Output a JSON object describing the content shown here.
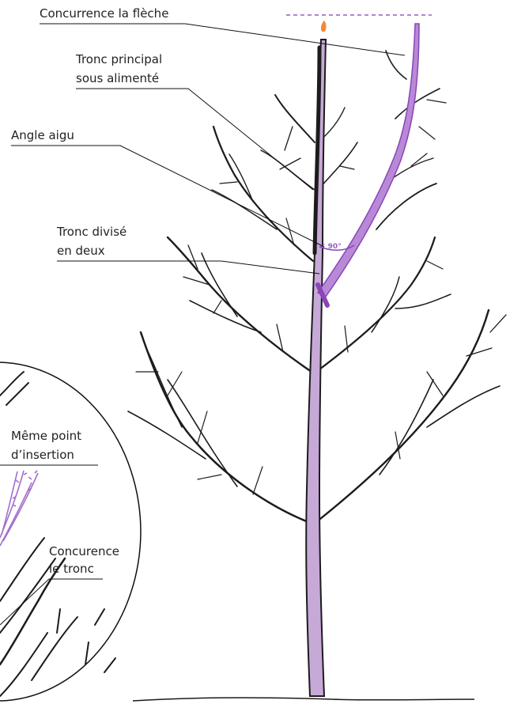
{
  "labels": {
    "concurrence_fleche": "Concurrence la flèche",
    "tronc_principal_line1": "Tronc principal",
    "tronc_principal_line2": "sous alimenté",
    "angle_aigu": "Angle aigu",
    "tronc_divise_line1": "Tronc divisé",
    "tronc_divise_line2": "en deux",
    "angle_value": "< 90°",
    "meme_point_line1": "Même point",
    "meme_point_line2": "d’insertion",
    "concurence_tronc_line1": "Concurence",
    "concurence_tronc_line2": "le tronc"
  },
  "colors": {
    "trunk_fill": "#c7a9d8",
    "leader_fill": "#b889d6",
    "accent": "#8a45b8",
    "tip_orange": "#f08a3c",
    "branch": "#1c1c1c",
    "dashed_line": "#9a5cc2"
  }
}
